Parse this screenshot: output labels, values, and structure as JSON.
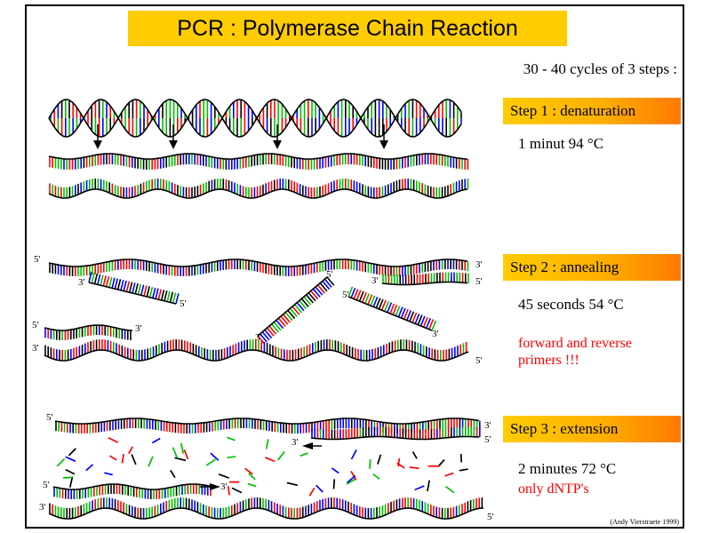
{
  "title": "PCR : Polymerase Chain Reaction",
  "cycles_text": "30 - 40 cycles of 3 steps :",
  "steps": [
    {
      "label": "Step 1 : denaturation",
      "condition": "1 minut 94 °C"
    },
    {
      "label": "Step 2 : annealing",
      "condition": "45 seconds 54 °C",
      "note_line1": "forward and reverse",
      "note_line2": "primers !!!"
    },
    {
      "label": "Step 3 : extension",
      "condition": "2 minutes 72 °C",
      "note_line1": "only dNTP's"
    }
  ],
  "strand_labels": {
    "five_prime": "5'",
    "three_prime": "3'"
  },
  "credit": "(Andy Vierstraete 1999)",
  "colors": {
    "title_bg": "#ffcc00",
    "step_gradient_start": "#ffcc00",
    "step_gradient_end": "#ff7a00",
    "note": "#ff0000",
    "base_red": "#ff0000",
    "base_green": "#00c000",
    "base_blue": "#0000ff",
    "base_black": "#000000"
  }
}
